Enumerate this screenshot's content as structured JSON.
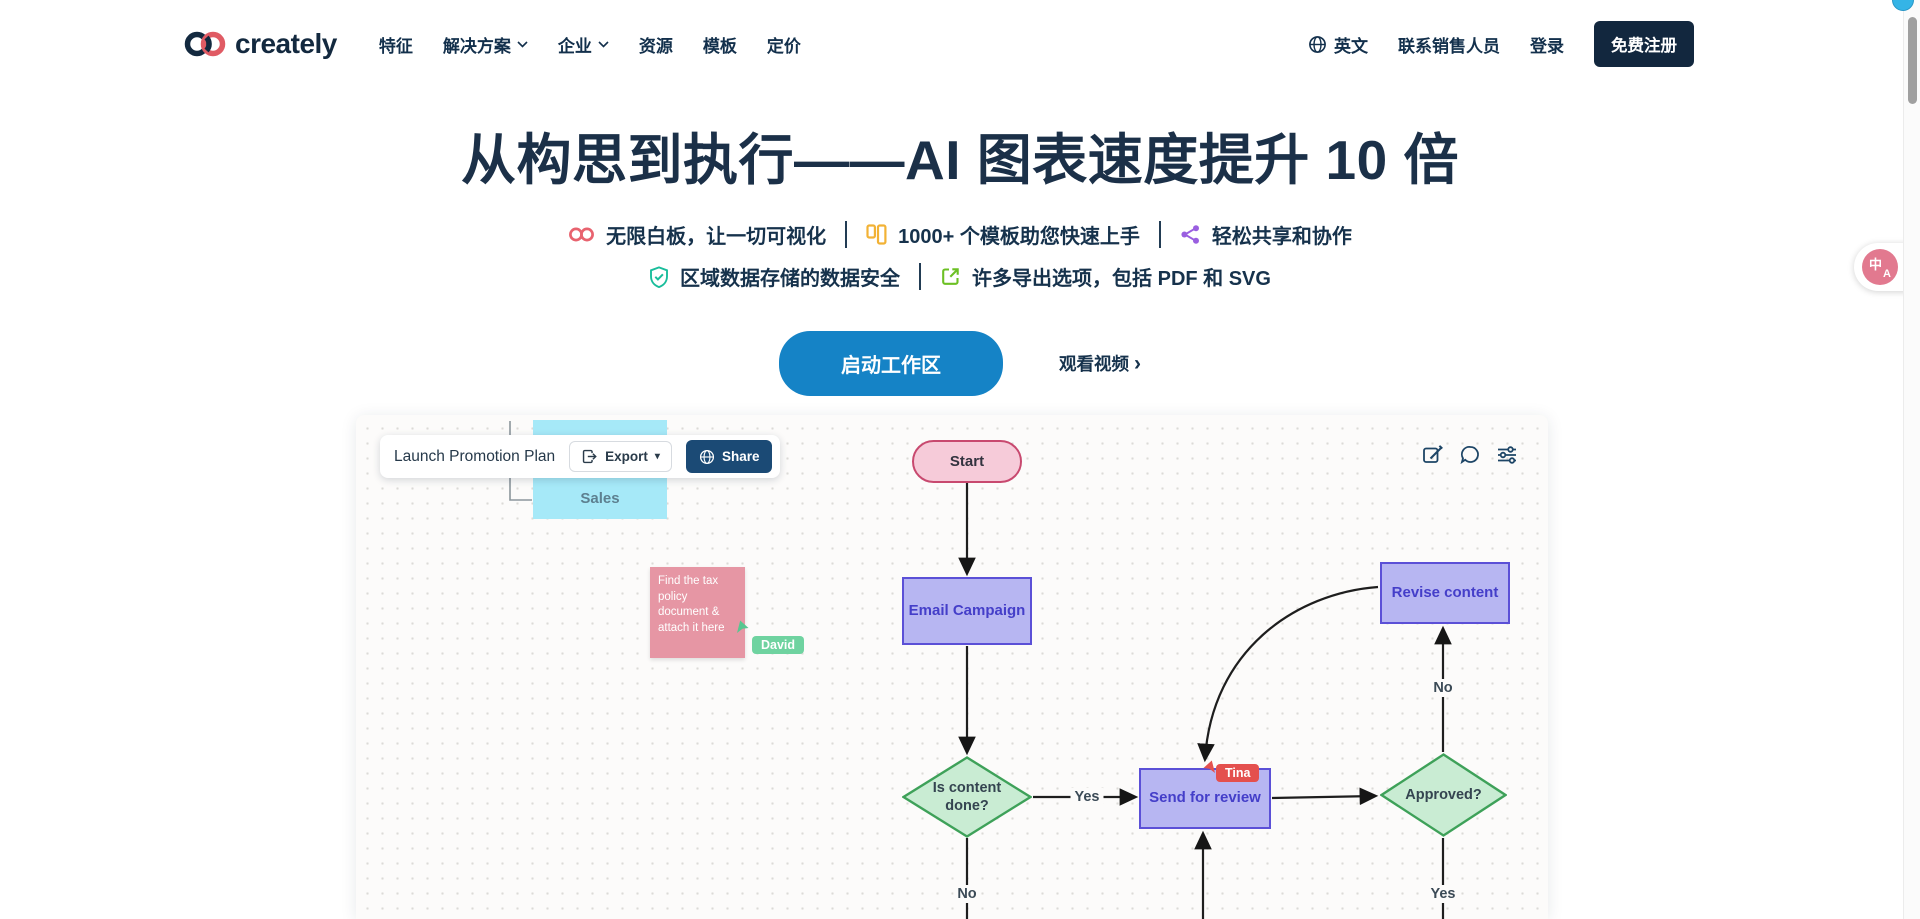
{
  "header": {
    "logo_text": "creately",
    "nav_items": [
      {
        "label": "特征",
        "caret": false
      },
      {
        "label": "解决方案",
        "caret": true
      },
      {
        "label": "企业",
        "caret": true
      },
      {
        "label": "资源",
        "caret": false
      },
      {
        "label": "模板",
        "caret": false
      },
      {
        "label": "定价",
        "caret": false
      }
    ],
    "language": "英文",
    "contact_sales": "联系销售人员",
    "login": "登录",
    "signup": "免费注册"
  },
  "hero": {
    "title": "从构思到执行——AI 图表速度提升 10 倍",
    "features_row1": [
      {
        "icon": "infinity-icon",
        "text": "无限白板，让一切可视化"
      },
      {
        "icon": "templates-icon",
        "text": "1000+ 个模板助您快速上手"
      },
      {
        "icon": "share-icon",
        "text": "轻松共享和协作"
      }
    ],
    "features_row2": [
      {
        "icon": "shield-check-icon",
        "text": "区域数据存储的数据安全"
      },
      {
        "icon": "export-icon",
        "text": "许多导出选项，包括 PDF 和 SVG"
      }
    ],
    "cta_primary": "启动工作区",
    "cta_secondary": "观看视频"
  },
  "canvas": {
    "toolbar": {
      "title": "Launch Promotion Plan",
      "export_label": "Export",
      "share_label": "Share"
    },
    "nodes": {
      "sales": "Sales",
      "sticky_note": "Find the tax policy document & attach it here",
      "start": "Start",
      "email_campaign": "Email Campaign",
      "is_content_done": "Is content done?",
      "send_for_review": "Send for review",
      "approved": "Approved?",
      "revise_content": "Revise content"
    },
    "collaborators": {
      "david": "David",
      "tina": "Tina"
    },
    "edge_labels": {
      "yes_content": "Yes",
      "no_content": "No",
      "no_approved": "No",
      "yes_approved": "Yes"
    }
  },
  "colors": {
    "brand_navy": "#13293f",
    "primary_blue": "#1583c6",
    "node_purple_fill": "#b7b6f2",
    "node_purple_border": "#5b50d7",
    "diamond_green_fill": "#c9ecd3",
    "diamond_green_border": "#3ea159",
    "start_pink_fill": "#f6cbd9",
    "start_pink_border": "#c8496f",
    "sticky_pink": "#e696a4",
    "sales_cyan": "#a6e9f8",
    "tina_red": "#e4504e",
    "david_green": "#6fd3a0",
    "infinity_coral": "#e8636f",
    "templates_yellow": "#f2b235",
    "share_purple": "#9a5fe0",
    "shield_teal": "#19bd9b",
    "export_lime": "#6cc024"
  }
}
